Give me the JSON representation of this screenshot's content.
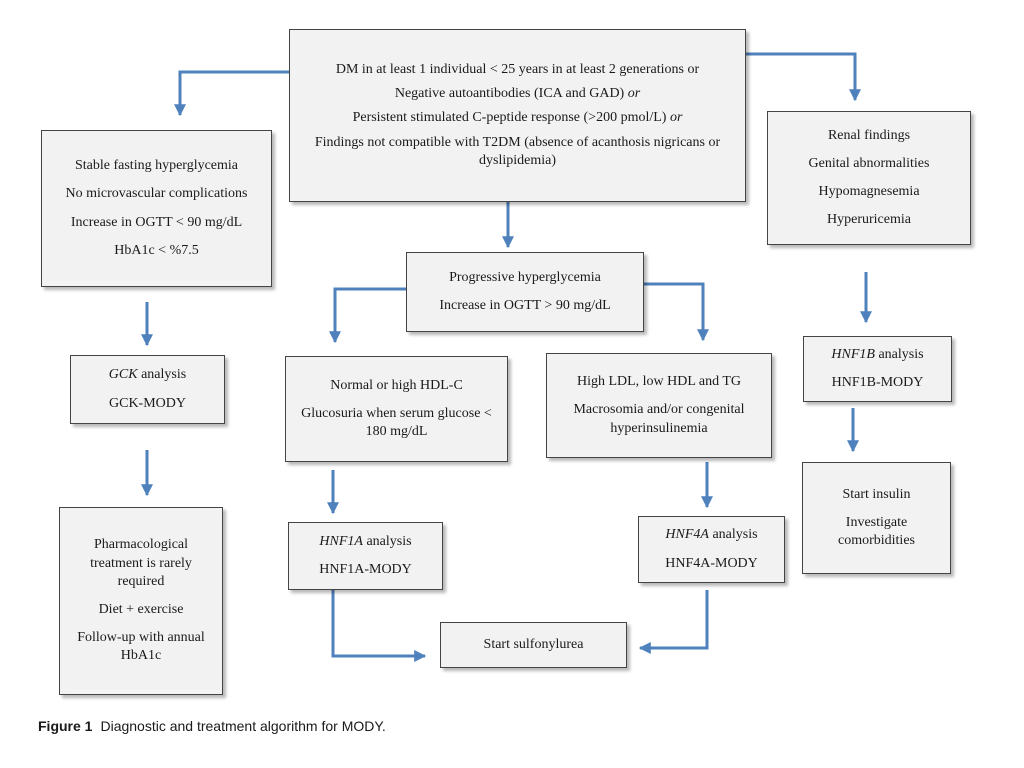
{
  "top": {
    "lines": [
      "DM in at least 1 individual < 25 years in at least 2 generations or",
      "Negative autoantibodies (ICA and GAD)",
      "Persistent stimulated  C-peptide response (>200 pmol/L)",
      "Findings not compatible with T2DM (absence of acanthosis nigricans or dyslipidemia)"
    ],
    "or": "or"
  },
  "stable": {
    "lines": [
      "Stable fasting hyperglycemia",
      "No microvascular complications",
      "Increase in OGTT < 90 mg/dL",
      "HbA1c < %7.5"
    ]
  },
  "renal": {
    "lines": [
      "Renal findings",
      "Genital abnormalities",
      "Hypomagnesemia",
      "Hyperuricemia"
    ]
  },
  "progressive": {
    "lines": [
      "Progressive hyperglycemia",
      "Increase in OGTT > 90 mg/dL"
    ]
  },
  "gck": {
    "gene": "GCK",
    "analysis": " analysis",
    "result": "GCK-MODY"
  },
  "hnf1b": {
    "gene": "HNF1B",
    "analysis": " analysis",
    "result": "HNF1B-MODY"
  },
  "hdl": {
    "lines": [
      "Normal or high HDL-C",
      "Glucosuria when serum glucose < 180 mg/dL"
    ]
  },
  "ldl": {
    "lines": [
      "High LDL, low HDL and TG",
      "Macrosomia and/or congenital hyperinsulinemia"
    ]
  },
  "pharm": {
    "lines": [
      "Pharmacological treatment is rarely required",
      "Diet + exercise",
      "Follow-up with annual HbA1c"
    ]
  },
  "hnf1a": {
    "gene": "HNF1A",
    "analysis": " analysis",
    "result": "HNF1A-MODY"
  },
  "hnf4a": {
    "gene": "HNF4A",
    "analysis": " analysis",
    "result": "HNF4A-MODY"
  },
  "insulin": {
    "lines": [
      "Start insulin",
      "Investigate comorbidities"
    ]
  },
  "sulfonylurea": {
    "label": "Start sulfonylurea"
  },
  "caption": {
    "figure": "Figure 1",
    "text": "Diagnostic and treatment algorithm for MODY."
  },
  "colors": {
    "arrow": "#4f81bd",
    "box_fill": "#f2f2f2",
    "box_border": "#444444"
  }
}
